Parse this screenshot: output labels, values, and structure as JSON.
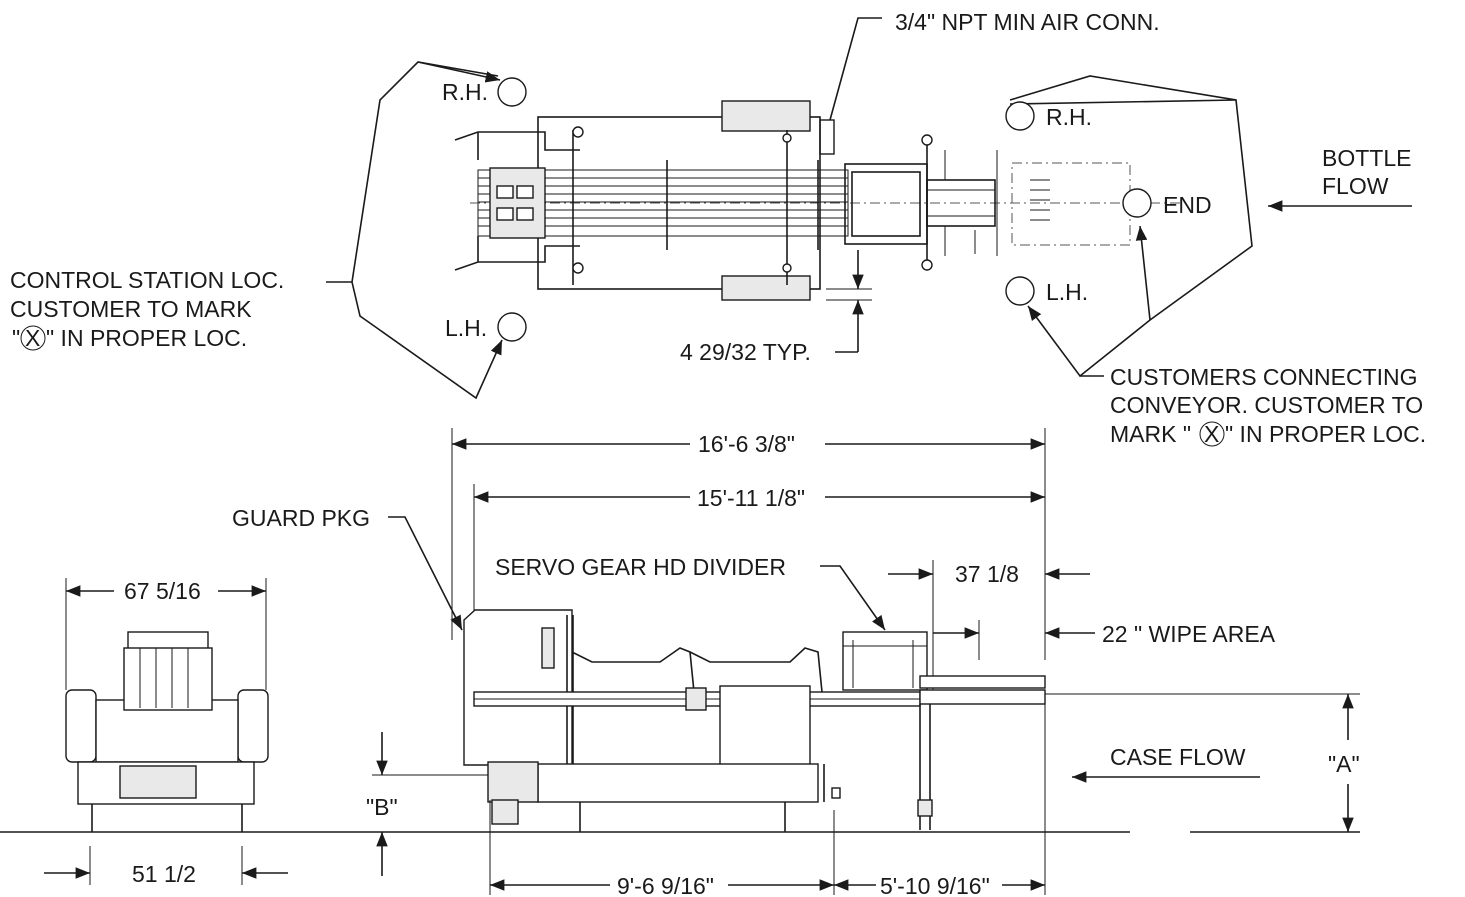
{
  "top_view": {
    "air_conn_label": "3/4\" NPT MIN AIR CONN.",
    "rh_left": "R.H.",
    "lh_left": "L.H.",
    "rh_right": "R.H.",
    "lh_right": "L.H.",
    "end_label": "END",
    "bottle_flow_line1": "BOTTLE",
    "bottle_flow_line2": "FLOW",
    "control_station_line1": "CONTROL STATION LOC.",
    "control_station_line2": "CUSTOMER TO MARK",
    "control_station_line3_pre": "\"",
    "control_station_x": "X",
    "control_station_line3_post": "\" IN PROPER LOC.",
    "typ_dim": "4 29/32 TYP.",
    "conveyor_line1": "CUSTOMERS CONNECTING",
    "conveyor_line2": "CONVEYOR. CUSTOMER TO",
    "conveyor_line3_pre": "MARK \"",
    "conveyor_x": "X",
    "conveyor_line3_post": "\" IN PROPER LOC."
  },
  "side_view": {
    "overall_length": "16'-6 3/8\"",
    "frame_length": "15'-11 1/8\"",
    "guard_pkg": "GUARD PKG",
    "servo_divider": "SERVO GEAR HD DIVIDER",
    "dim_37": "37 1/8",
    "wipe_area": "22 \" WIPE AREA",
    "case_flow": "CASE FLOW",
    "dim_a": "\"A\"",
    "dim_b": "\"B\"",
    "dim_left_bottom": "9'-6 9/16\"",
    "dim_right_bottom": "5'-10 9/16\""
  },
  "end_view": {
    "top_width": "67 5/16",
    "bottom_width": "51 1/2"
  }
}
